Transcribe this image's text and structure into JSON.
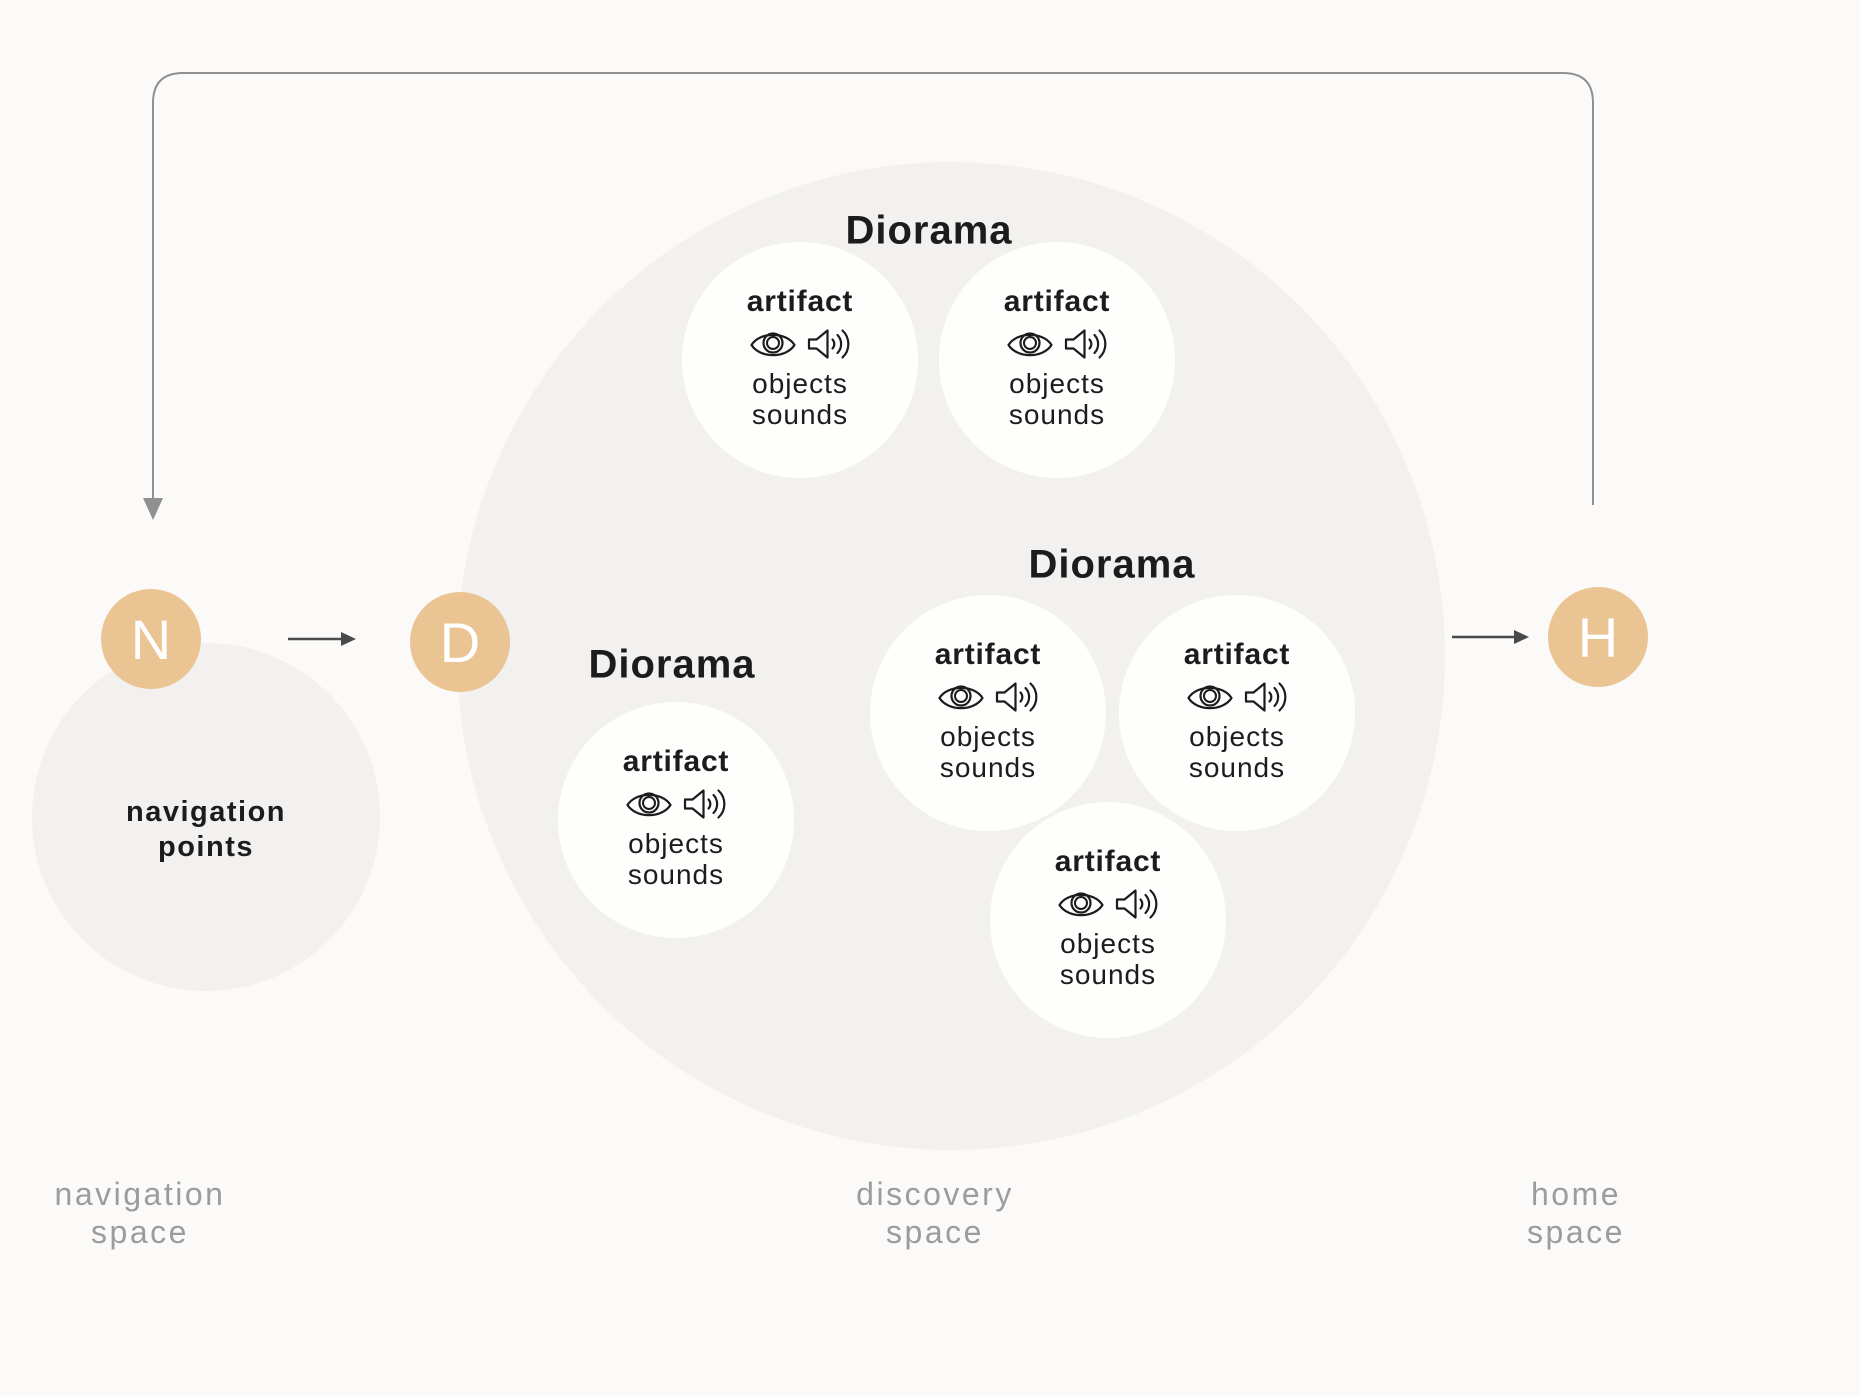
{
  "nodes": {
    "navigation": {
      "letter": "N"
    },
    "discovery": {
      "letter": "D"
    },
    "home": {
      "letter": "H"
    }
  },
  "diorama_label": "Diorama",
  "artifact": {
    "title": "artifact",
    "objects": "objects",
    "sounds": "sounds",
    "icons": [
      "eye-icon",
      "speaker-icon"
    ]
  },
  "navigation_circle": {
    "line1": "navigation",
    "line2": "points"
  },
  "space_labels": {
    "navigation": {
      "line1": "navigation",
      "line2": "space"
    },
    "discovery": {
      "line1": "discovery",
      "line2": "space"
    },
    "home": {
      "line1": "home",
      "line2": "space"
    }
  },
  "colors": {
    "background": "#FBFAF8",
    "space_circle": "#F2F1EF",
    "artifact_circle": "#FEFEFD",
    "node_accent": "#EBC493",
    "node_letter": "#FFFFFF",
    "loop_line": "#909090",
    "arrow": "#4A4A4A",
    "text": "#1C1C1C",
    "muted_label": "#9C9C9C"
  }
}
